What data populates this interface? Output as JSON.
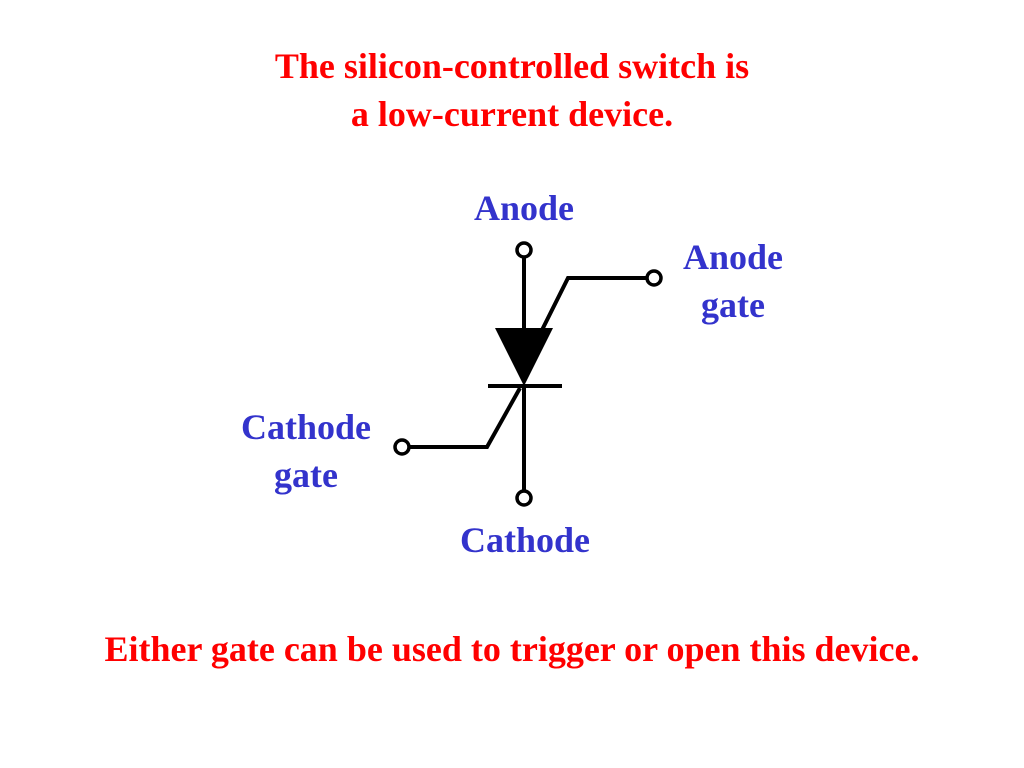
{
  "title": {
    "line1": "The silicon-controlled switch is",
    "line2": "a low-current device."
  },
  "labels": {
    "anode": "Anode",
    "anode_gate_line1": "Anode",
    "anode_gate_line2": "gate",
    "cathode_gate_line1": "Cathode",
    "cathode_gate_line2": "gate",
    "cathode": "Cathode"
  },
  "footer": "Either gate can be used to trigger or open this device.",
  "colors": {
    "title": "#ff0000",
    "label": "#3333cc",
    "symbol": "#000000"
  }
}
